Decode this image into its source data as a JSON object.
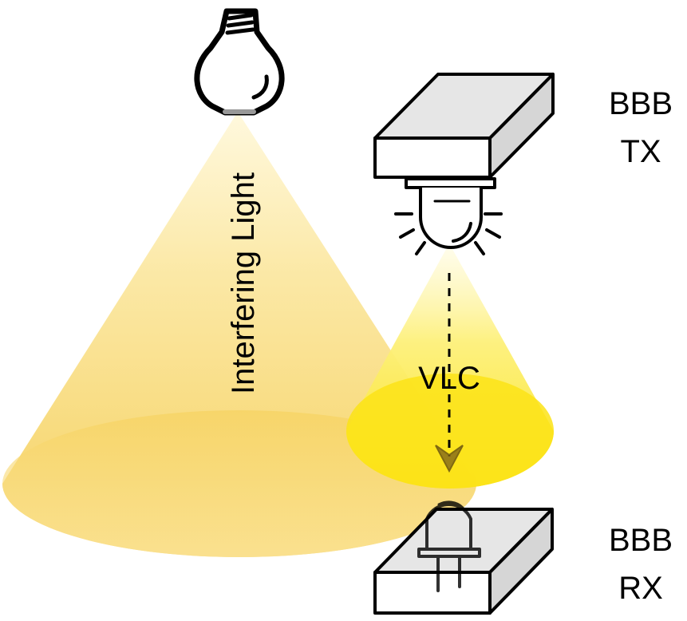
{
  "labels": {
    "interfering_light": "Interfering Light",
    "vlc": "VLC",
    "tx_line1": "BBB",
    "tx_line2": "TX",
    "rx_line1": "BBB",
    "rx_line2": "RX"
  },
  "icons": {
    "bulb": "light-bulb-icon",
    "led": "led-icon",
    "photodiode": "photodiode-icon"
  },
  "colors": {
    "interfering_cone": "#f6cf55",
    "vlc_cone": "#fbe62a",
    "box_fill": "#ffffff",
    "box_top": "#e6e6e6",
    "stroke": "#000000"
  }
}
